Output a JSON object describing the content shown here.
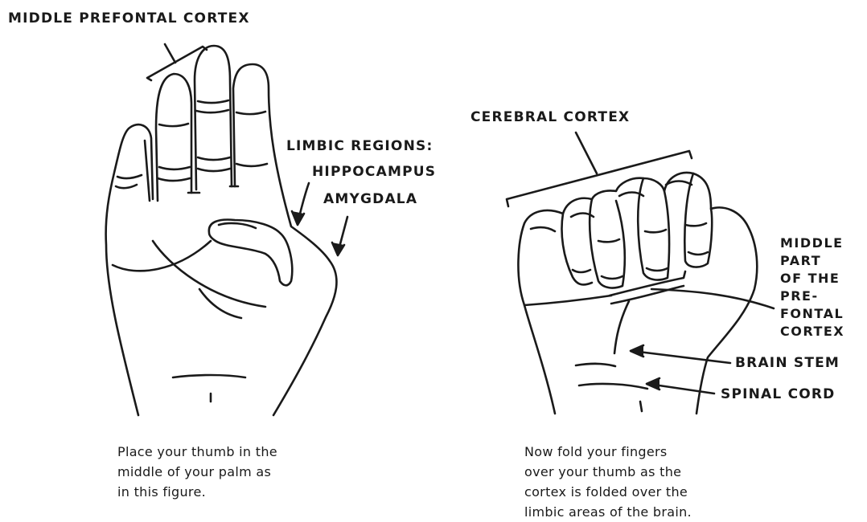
{
  "left_figure": {
    "label_top": "MIDDLE PREFONTAL CORTEX",
    "label_limbic": "LIMBIC REGIONS:",
    "label_hippocampus": "HIPPOCAMPUS",
    "label_amygdala": "AMYGDALA",
    "caption": [
      "Place your thumb in the",
      "middle of your palm as",
      "in this figure."
    ]
  },
  "right_figure": {
    "label_cortex": "CEREBRAL CORTEX",
    "label_prefrontal": [
      "MIDDLE",
      "PART",
      "OF THE",
      "PRE-",
      "FONTAL",
      "CORTEX"
    ],
    "label_brainstem": "BRAIN STEM",
    "label_spinal": "SPINAL CORD",
    "caption": [
      "Now fold your fingers",
      "over your thumb as the",
      "cortex is folded over the",
      "limbic areas of the brain."
    ]
  }
}
